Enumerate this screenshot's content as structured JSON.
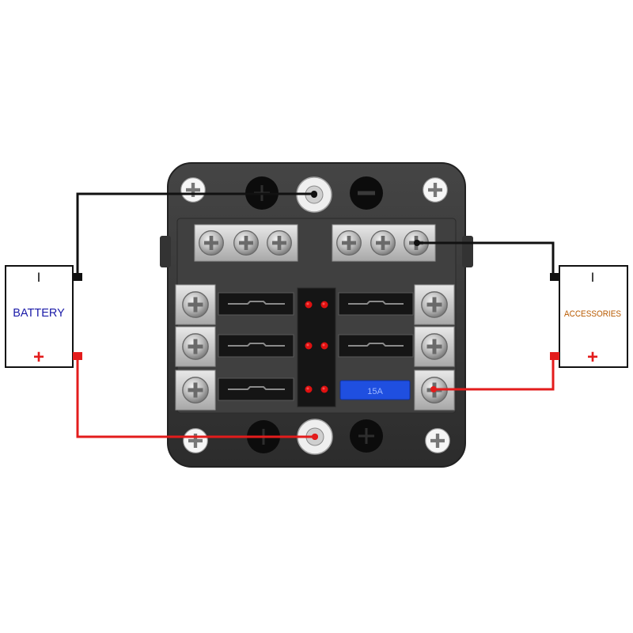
{
  "battery": {
    "label": "BATTERY",
    "negative_symbol": "I",
    "positive_symbol": "+",
    "label_color": "#1a1aa8"
  },
  "accessories": {
    "label": "ACCESSORIES",
    "negative_symbol": "I",
    "positive_symbol": "+",
    "label_color": "#b85a00"
  },
  "fuse_block": {
    "fuse_rating": "15A",
    "fuse_colors": {
      "standard": "#1c1c1c",
      "installed": "#1f4fe0"
    },
    "led_color": "#e01010",
    "body_color": "#3a3a3a"
  },
  "wires": {
    "negative_color": "#111111",
    "positive_color": "#e31c1c"
  }
}
